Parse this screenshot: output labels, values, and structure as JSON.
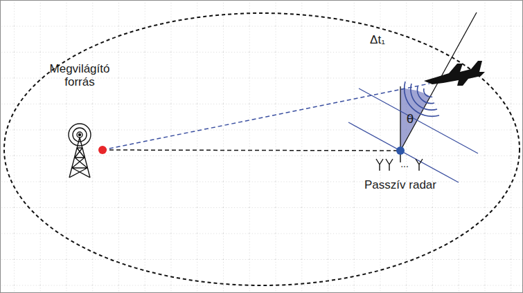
{
  "diagram": {
    "labels": [
      "Megvilágító forrás",
      "Δt₁",
      "θ",
      "...",
      "Passzív radar"
    ]
  }
}
